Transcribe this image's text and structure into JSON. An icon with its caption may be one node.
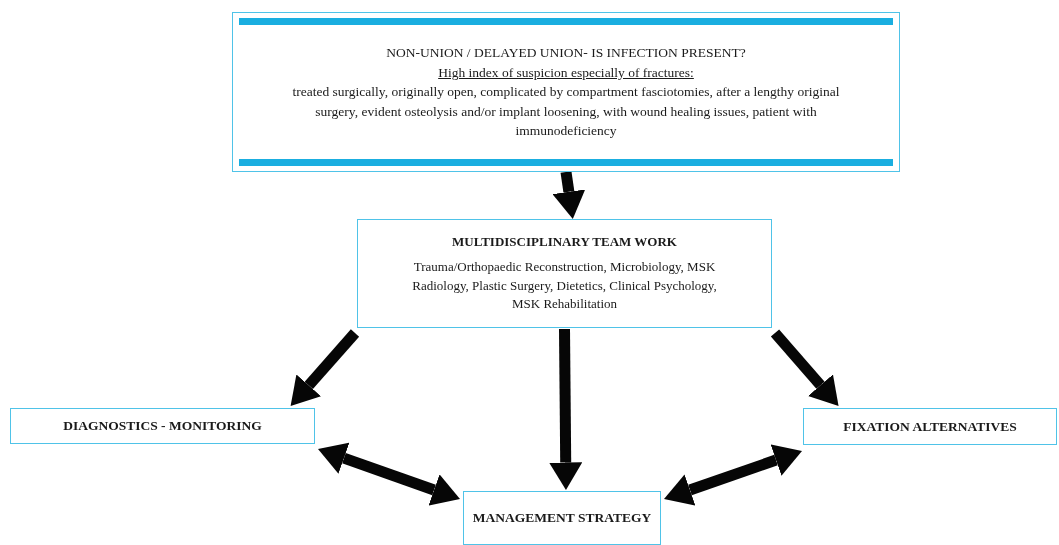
{
  "diagram": {
    "nodes": [
      {
        "text": [
          "NON-UNION / DELAYED UNION- IS INFECTION PRESENT?",
          "High index of suspicion especially of fractures:",
          "treated surgically, originally open, complicated by compartment fasciotomies, after a lengthy original surgery, evident osteolysis and/or implant loosening, with wound healing issues, patient with immunodeficiency"
        ]
      },
      {
        "text": [
          "MULTIDISCIPLINARY TEAM WORK",
          "Trauma/Orthopaedic Reconstruction, Microbiology, MSK Radiology, Plastic Surgery, Dietetics, Clinical Psychology, MSK Rehabilitation"
        ]
      },
      {
        "text": [
          "DIAGNOSTICS - MONITORING"
        ]
      },
      {
        "text": [
          "FIXATION ALTERNATIVES"
        ]
      },
      {
        "text": [
          "MANAGEMENT STRATEGY"
        ]
      }
    ],
    "edges": [
      {
        "from": 0,
        "to": 1,
        "arrow": "to"
      },
      {
        "from": 1,
        "to": 2,
        "arrow": "to"
      },
      {
        "from": 1,
        "to": 4,
        "arrow": "to"
      },
      {
        "from": 1,
        "to": 3,
        "arrow": "to"
      },
      {
        "from": 2,
        "to": 4,
        "arrow": "both"
      },
      {
        "from": 3,
        "to": 4,
        "arrow": "both"
      }
    ]
  }
}
